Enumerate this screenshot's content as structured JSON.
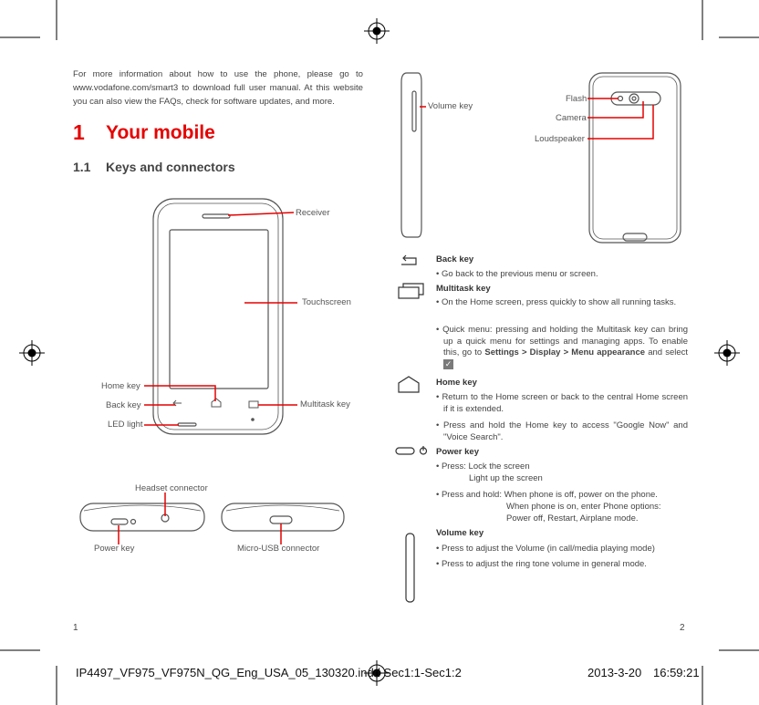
{
  "intro": "For more information about how to use the phone, please go to www.vodafone.com/smart3 to download full user manual. At this website you can also view the FAQs, check for software updates, and more.",
  "chapter": {
    "number": "1",
    "title": "Your mobile"
  },
  "section": {
    "number": "1.1",
    "title": "Keys and connectors"
  },
  "front_labels": {
    "receiver": "Receiver",
    "touchscreen": "Touchscreen",
    "home_key": "Home key",
    "back_key": "Back key",
    "multitask_key": "Multitask key",
    "led_light": "LED light"
  },
  "top_labels": {
    "headset": "Headset connector",
    "power": "Power key",
    "usb": "Micro-USB connector"
  },
  "side_labels": {
    "volume": "Volume key"
  },
  "back_labels": {
    "flash": "Flash",
    "camera": "Camera",
    "loudspeaker": "Loudspeaker"
  },
  "keys": {
    "back": {
      "title": "Back key",
      "b1": "Go back to the previous menu or screen."
    },
    "multitask": {
      "title": "Multitask key",
      "b1": "On the Home screen, press quickly to show all running tasks.",
      "b2_pre": "Quick menu: pressing and holding the Multitask key can bring up a quick menu for settings and managing apps. To enable this, go to",
      "b2_path": "Settings > Display > Menu appearance",
      "b2_post": "and select"
    },
    "home": {
      "title": "Home key",
      "b1": "Return to the Home screen or back to the central Home screen if it is extended.",
      "b2": "Press and hold the Home key to access \"Google Now\" and \"Voice Search\"."
    },
    "power": {
      "title": "Power key",
      "b1_a": "Press: Lock the screen",
      "b1_b": "Light up the screen",
      "b2_a": "Press and hold: When phone is off, power on the phone.",
      "b2_b": "When phone is on, enter Phone options:",
      "b2_c": "Power off, Restart, Airplane mode."
    },
    "volume": {
      "title": "Volume key",
      "b1": "Press to adjust the Volume (in call/media playing mode)",
      "b2": "Press to adjust the ring tone volume in general mode."
    }
  },
  "bullet": "•",
  "page_left": "1",
  "page_right": "2",
  "slug": {
    "file": "IP4497_VF975_VF975N_QG_Eng_USA_05_130320.indd   Sec1:1-Sec1:2",
    "date": "2013-3-20",
    "time": "16:59:21"
  },
  "colors": {
    "accent": "#e60000",
    "line": "#555555"
  }
}
